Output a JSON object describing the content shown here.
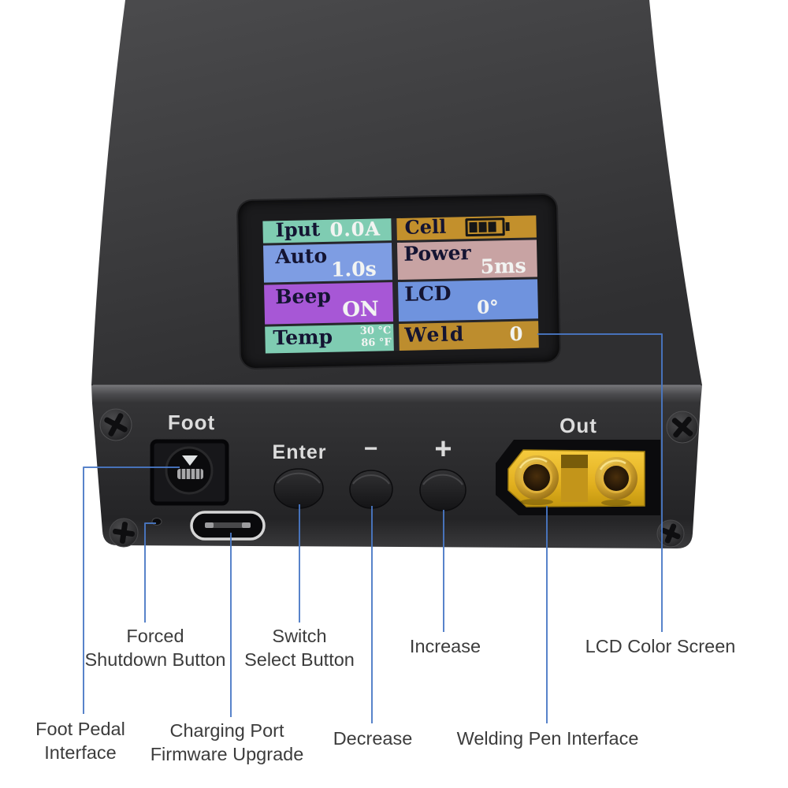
{
  "title": "Portable spot welder product diagram",
  "screen": {
    "name": "LCD Color Screen",
    "cells": [
      {
        "id": "iput",
        "label": "Iput",
        "value": "0.0A",
        "bg": "#7fccb2"
      },
      {
        "id": "cell",
        "label": "Cell",
        "value": "",
        "bg": "#c3902c",
        "icon": "battery-icon",
        "battery_bars_filled": 3,
        "battery_bars_total": 4
      },
      {
        "id": "auto",
        "label": "Auto",
        "value": "1.0s",
        "bg": "#7e9de3"
      },
      {
        "id": "power",
        "label": "Power",
        "value": "5ms",
        "bg": "#c8a3a3"
      },
      {
        "id": "beep",
        "label": "Beep",
        "value": "ON",
        "bg": "#a757d6"
      },
      {
        "id": "lcd",
        "label": "LCD",
        "value": "0°",
        "bg": "#6f93de"
      },
      {
        "id": "temp",
        "label": "Temp",
        "value_c": "30 °C",
        "value_f": "86 °F",
        "bg": "#7fccb2"
      },
      {
        "id": "weld",
        "label": "Weld",
        "value": "0",
        "bg": "#bd8d2e"
      }
    ]
  },
  "panel": {
    "foot_label": "Foot",
    "enter_label": "Enter",
    "minus_label": "−",
    "plus_label": "+",
    "out_label": "Out"
  },
  "callouts": {
    "forced_shutdown": {
      "line1": "Forced",
      "line2": "Shutdown Button"
    },
    "switch_select": {
      "line1": "Switch",
      "line2": "Select Button"
    },
    "increase": {
      "line1": "Increase"
    },
    "lcd_screen": {
      "line1": "LCD Color Screen"
    },
    "foot_pedal": {
      "line1": "Foot Pedal",
      "line2": "Interface"
    },
    "charging_port": {
      "line1": "Charging Port",
      "line2": "Firmware Upgrade"
    },
    "decrease": {
      "line1": "Decrease"
    },
    "welding_pen": {
      "line1": "Welding Pen Interface"
    }
  },
  "colors": {
    "background": "#ffffff",
    "callout_line": "#4a78c6",
    "callout_text": "#3c3c3c",
    "panel_text": "#dcdcdc",
    "screen_label": "#141432",
    "screen_value": "#f2f4f2",
    "xt60_yellow": "#e9bd27",
    "device_body": "#3c3c3e"
  }
}
